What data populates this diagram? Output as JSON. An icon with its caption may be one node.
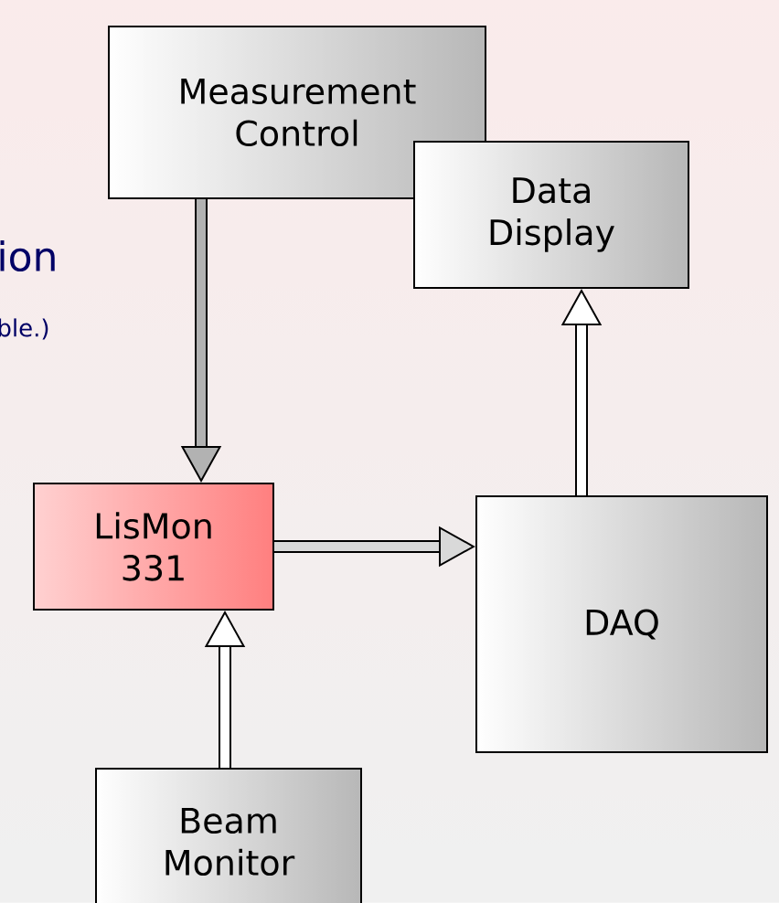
{
  "diagram": {
    "nodes": [
      {
        "text": [
          "Measurement Control"
        ]
      },
      {
        "text": [
          "Data Display"
        ]
      },
      {
        "text": [
          "LisMon 331"
        ]
      },
      {
        "text": [
          "DAQ"
        ]
      },
      {
        "text": [
          "Beam Monitor"
        ]
      }
    ],
    "edges": [
      {
        "from": 0,
        "to": 2,
        "arrow": "to"
      },
      {
        "from": 4,
        "to": 2,
        "arrow": "to"
      },
      {
        "from": 2,
        "to": 3,
        "arrow": "to"
      },
      {
        "from": 3,
        "to": 1,
        "arrow": "to"
      }
    ],
    "labels": [
      "ion",
      "ble.)"
    ]
  }
}
